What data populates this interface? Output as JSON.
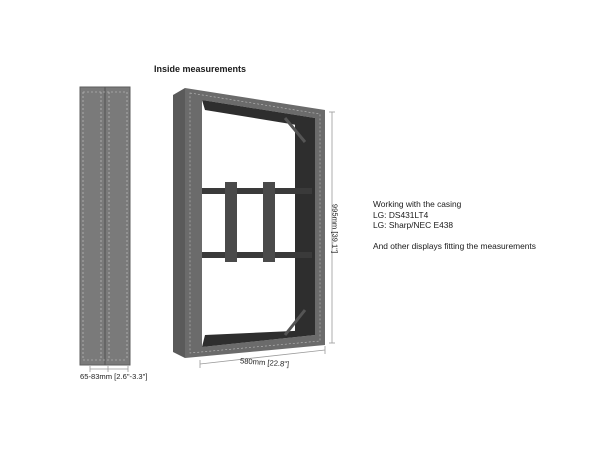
{
  "title": "Inside measurements",
  "info": {
    "line1": "Working with the casing",
    "line2": "LG: DS431LT4",
    "line3": "LG: Sharp/NEC E438",
    "line4": "And other displays fitting the measurements"
  },
  "dimensions": {
    "width": "580mm [22.8\"]",
    "height": "995mm [39.1\"]",
    "depth": "65-83mm [2.6\"-3.3\"]"
  },
  "colors": {
    "frame": "#6b6b6b",
    "frame_dark": "#2e2e2e",
    "side_panel": "#7a7a7a",
    "dim_line": "#9a9a9a"
  }
}
